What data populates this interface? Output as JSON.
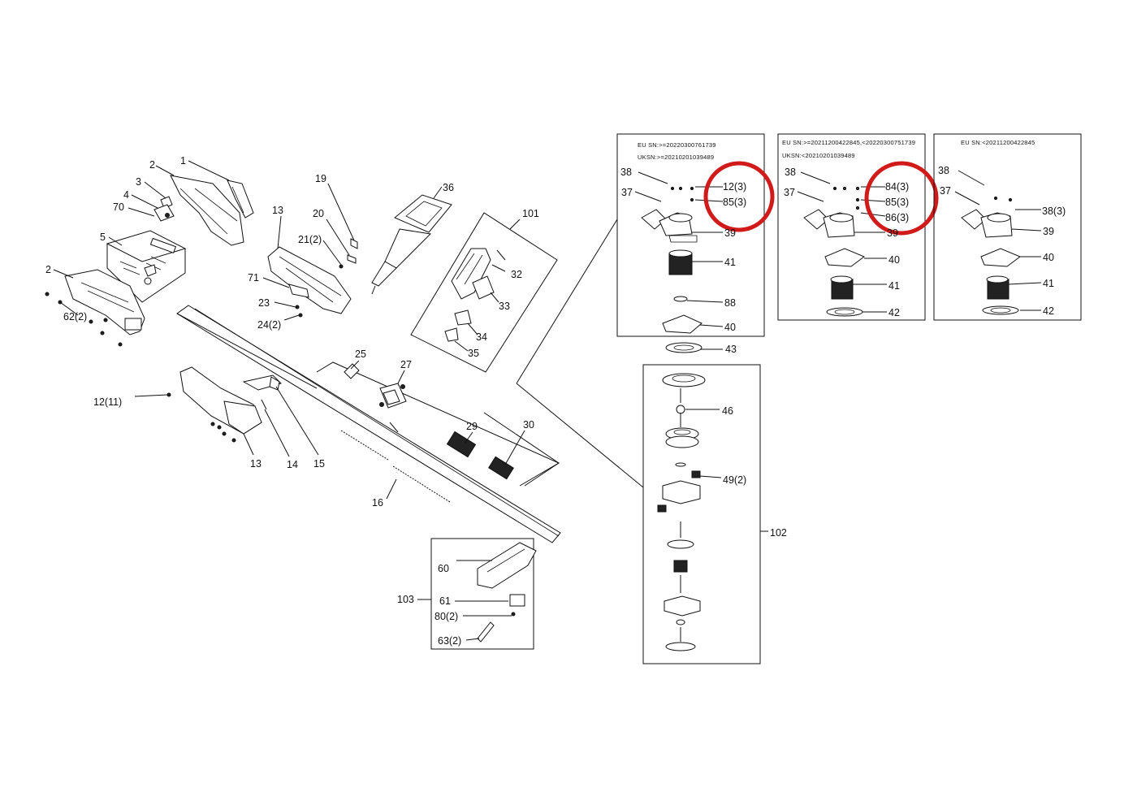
{
  "colors": {
    "line": "#111111",
    "highlight": "#d11a1a",
    "background": "#ffffff"
  },
  "labels": {
    "l1": "1",
    "l2a": "2",
    "l3": "3",
    "l4": "4",
    "l70": "70",
    "l5": "5",
    "l2b": "2",
    "l62": "62(2)",
    "l12_11": "12(11)",
    "l13a": "13",
    "l13b": "13",
    "l14": "14",
    "l15": "15",
    "l16": "16",
    "l71": "71",
    "l23": "23",
    "l24": "24(2)",
    "l19": "19",
    "l20": "20",
    "l21": "21(2)",
    "l36": "36",
    "l101": "101",
    "l32": "32",
    "l33": "33",
    "l34": "34",
    "l35": "35",
    "l25": "25",
    "l27": "27",
    "l29": "29",
    "l30": "30",
    "l103": "103",
    "l60": "60",
    "l61": "61",
    "l80": "80(2)",
    "l63": "63(2)",
    "l102": "102",
    "l43": "43",
    "l46": "46",
    "l49": "49(2)"
  },
  "panel_a": {
    "sn1": "EU SN:>=20220300761739",
    "sn2": "UKSN:>=20210201039489",
    "l38": "38",
    "l37": "37",
    "l12": "12(3)",
    "l85": "85(3)",
    "l39": "39",
    "l41": "41",
    "l88": "88",
    "l40": "40"
  },
  "panel_b": {
    "sn1": "EU SN:>=20211200422845,<20220300751739",
    "sn2": "UKSN:<20210201039489",
    "l38": "38",
    "l37": "37",
    "l84": "84(3)",
    "l85": "85(3)",
    "l86": "86(3)",
    "l39": "39",
    "l40": "40",
    "l41": "41",
    "l42": "42"
  },
  "panel_c": {
    "sn1": "EU SN:<20211200422845",
    "l38a": "38",
    "l37": "37",
    "l38b": "38(3)",
    "l39": "39",
    "l40": "40",
    "l41": "41",
    "l42": "42"
  }
}
